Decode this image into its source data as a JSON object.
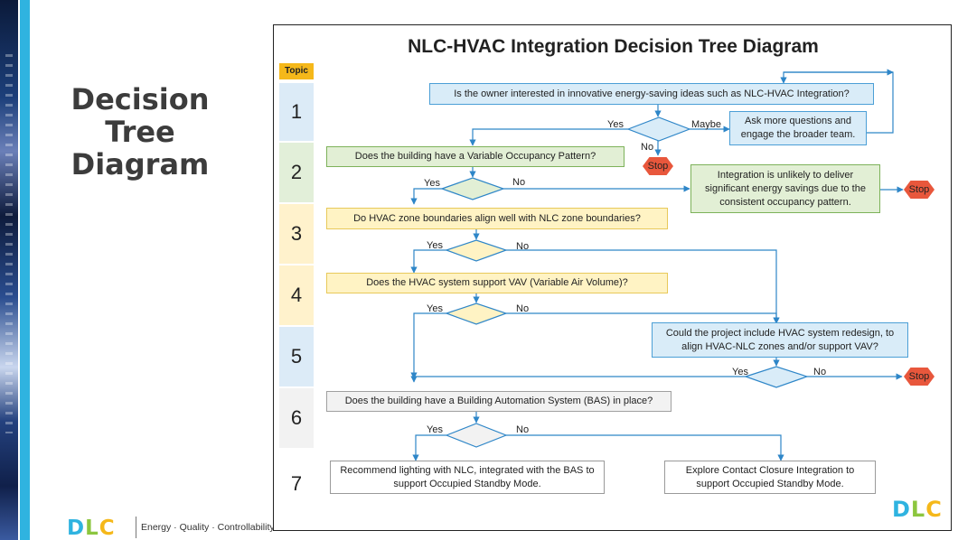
{
  "slide": {
    "title": "Decision\nTree\nDiagram"
  },
  "brand": {
    "logo_letters": [
      "D",
      "L",
      "C"
    ],
    "logo_colors": [
      "#2fb3e0",
      "#8cc63f",
      "#f5b81a"
    ],
    "tagline": "Energy · Quality · Controllability",
    "tagline_mark": "®"
  },
  "diagram": {
    "title": "NLC-HVAC Integration Decision Tree Diagram",
    "topic_header": "Topic",
    "topics": [
      "1",
      "2",
      "3",
      "4",
      "5",
      "6",
      "7"
    ],
    "topic_colors": [
      "#dcebf7",
      "#e2efd9",
      "#fff2cc",
      "#fff2cc",
      "#dcebf7",
      "#f2f2f2",
      "#ffffff"
    ],
    "nodes": {
      "q_owner": "Is the owner interested in innovative energy-saving ideas such as NLC-HVAC Integration?",
      "ask_more": "Ask more questions and engage the broader team.",
      "q_occupancy": "Does the building have a Variable Occupancy Pattern?",
      "unlikely": "Integration is unlikely to deliver significant energy savings due to the consistent occupancy pattern.",
      "q_zones": "Do HVAC zone boundaries align well with NLC zone boundaries?",
      "q_vav": "Does the HVAC system support VAV (Variable Air Volume)?",
      "q_redesign": "Could the project include HVAC system redesign, to align HVAC-NLC zones and/or support VAV?",
      "q_bas": "Does the building have a Building Automation System (BAS) in place?",
      "rec_bas": "Recommend lighting with NLC, integrated with the BAS to support Occupied Standby Mode.",
      "rec_contact": "Explore Contact Closure Integration to support Occupied Standby Mode."
    },
    "labels": {
      "yes": "Yes",
      "no": "No",
      "maybe": "Maybe",
      "stop": "Stop"
    },
    "colors": {
      "blue_fill": "#d9ecf8",
      "green_fill": "#e2efd5",
      "yellow_fill": "#fff3c4",
      "gray_fill": "#f2f2f2",
      "stop_fill": "#e8573c",
      "arrow": "#2e86c8"
    }
  }
}
